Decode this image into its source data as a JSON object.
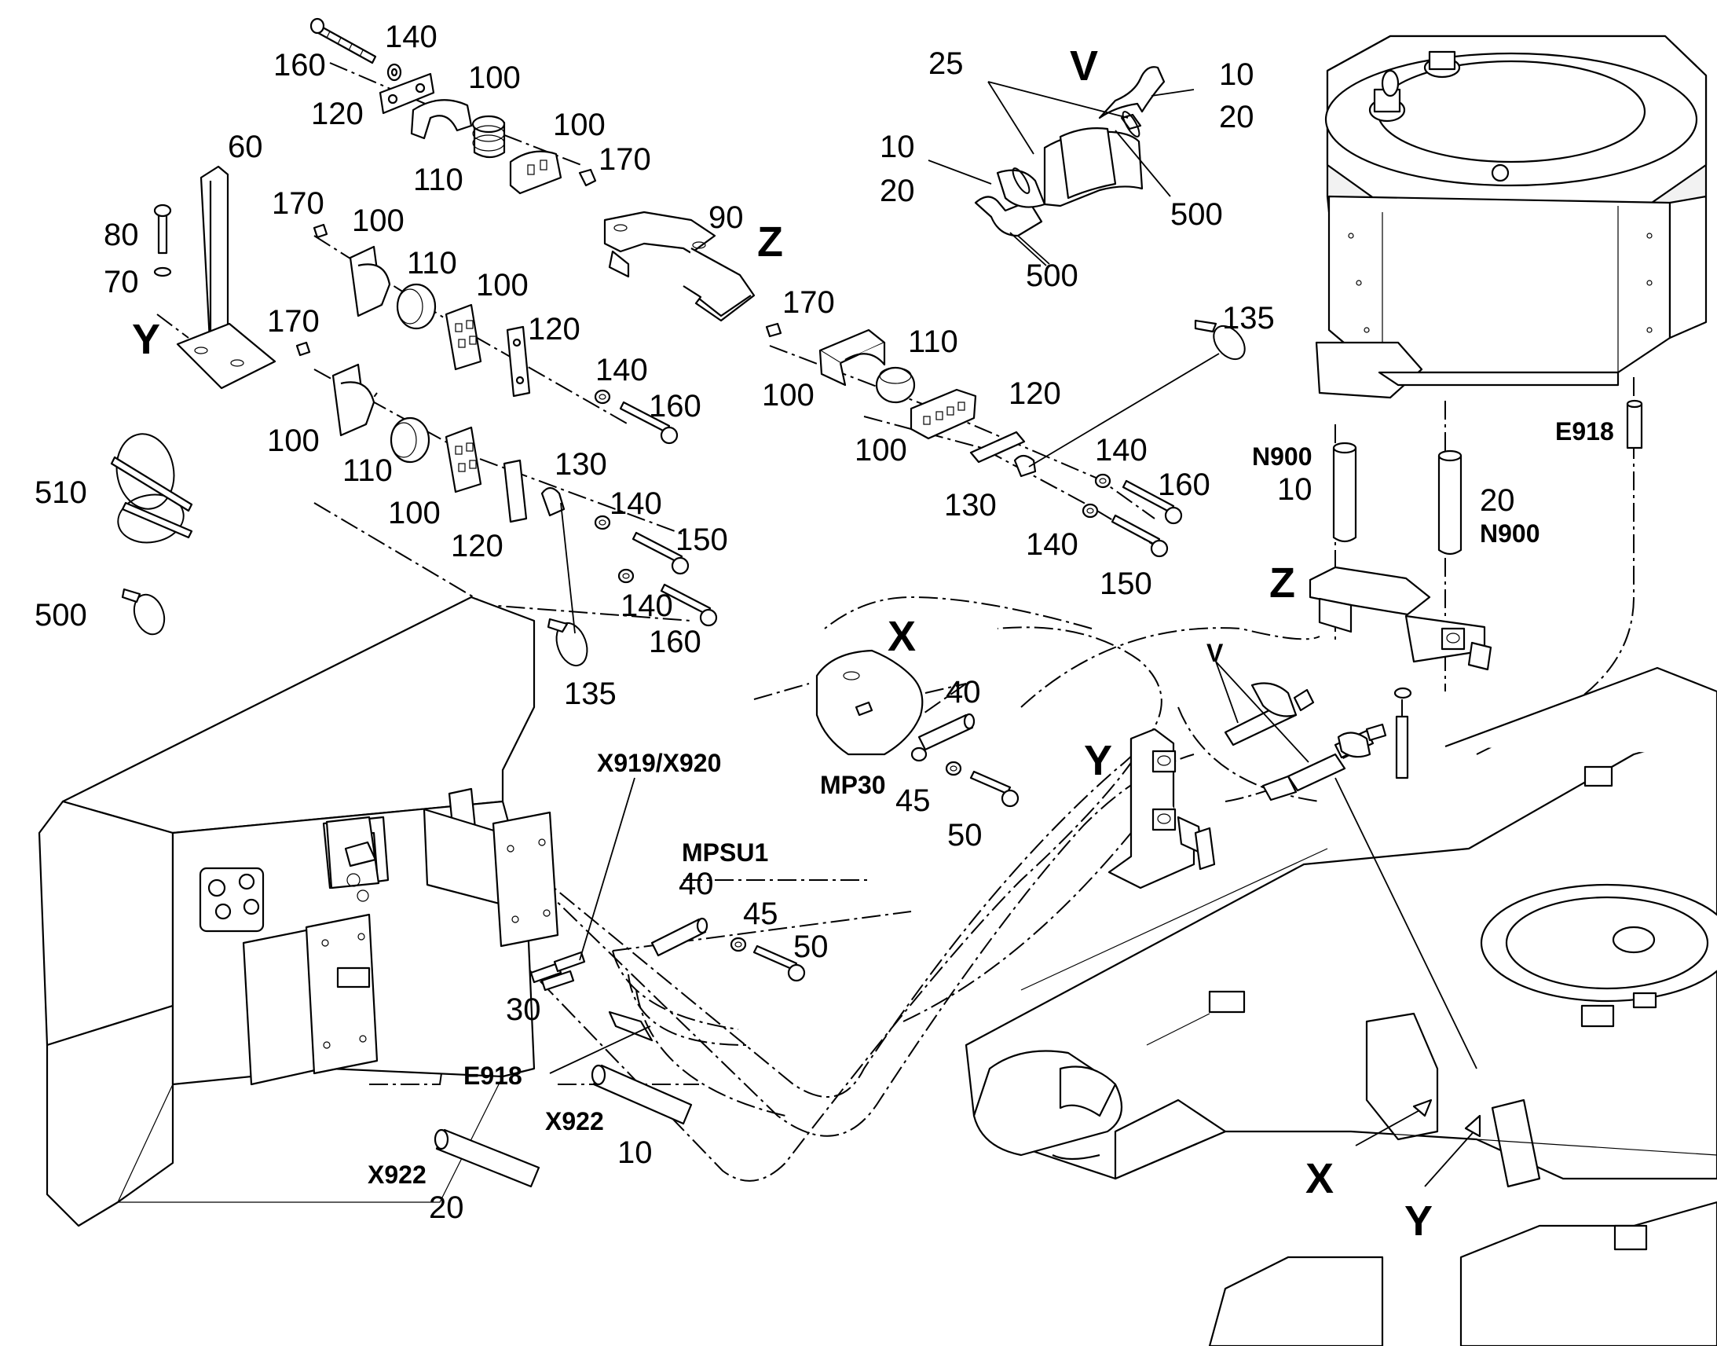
{
  "labels": [
    {
      "id": "l160a",
      "text": "160"
    },
    {
      "id": "l140a",
      "text": "140"
    },
    {
      "id": "l120a",
      "text": "120"
    },
    {
      "id": "l100a",
      "text": "100"
    },
    {
      "id": "l60",
      "text": "60"
    },
    {
      "id": "l100b",
      "text": "100"
    },
    {
      "id": "l110a",
      "text": "110"
    },
    {
      "id": "l170a",
      "text": "170"
    },
    {
      "id": "l80",
      "text": "80"
    },
    {
      "id": "l70",
      "text": "70"
    },
    {
      "id": "l170b",
      "text": "170"
    },
    {
      "id": "l100c",
      "text": "100"
    },
    {
      "id": "l110b",
      "text": "110"
    },
    {
      "id": "l100d",
      "text": "100"
    },
    {
      "id": "l120b",
      "text": "120"
    },
    {
      "id": "l170c",
      "text": "170"
    },
    {
      "id": "l140b",
      "text": "140"
    },
    {
      "id": "l160b",
      "text": "160"
    },
    {
      "id": "l100e",
      "text": "100"
    },
    {
      "id": "l110c",
      "text": "110"
    },
    {
      "id": "l130a",
      "text": "130"
    },
    {
      "id": "l100f",
      "text": "100"
    },
    {
      "id": "l140c",
      "text": "140"
    },
    {
      "id": "l150a",
      "text": "150"
    },
    {
      "id": "l120c",
      "text": "120"
    },
    {
      "id": "l140d",
      "text": "140"
    },
    {
      "id": "l160c",
      "text": "160"
    },
    {
      "id": "l135a",
      "text": "135"
    },
    {
      "id": "l510",
      "text": "510"
    },
    {
      "id": "l500a",
      "text": "500"
    },
    {
      "id": "l25",
      "text": "25"
    },
    {
      "id": "l10a",
      "text": "10"
    },
    {
      "id": "l20a",
      "text": "20"
    },
    {
      "id": "l10b",
      "text": "10"
    },
    {
      "id": "l20b",
      "text": "20"
    },
    {
      "id": "l500b",
      "text": "500"
    },
    {
      "id": "l500c",
      "text": "500"
    },
    {
      "id": "l90",
      "text": "90"
    },
    {
      "id": "l170d",
      "text": "170"
    },
    {
      "id": "l110d",
      "text": "110"
    },
    {
      "id": "l100g",
      "text": "100"
    },
    {
      "id": "l100h",
      "text": "100"
    },
    {
      "id": "l120d",
      "text": "120"
    },
    {
      "id": "l135b",
      "text": "135"
    },
    {
      "id": "l140e",
      "text": "140"
    },
    {
      "id": "l160d",
      "text": "160"
    },
    {
      "id": "l130b",
      "text": "130"
    },
    {
      "id": "l140f",
      "text": "140"
    },
    {
      "id": "l150b",
      "text": "150"
    },
    {
      "id": "l10c",
      "text": "10"
    },
    {
      "id": "l20c",
      "text": "20"
    },
    {
      "id": "l40a",
      "text": "40"
    },
    {
      "id": "l45a",
      "text": "45"
    },
    {
      "id": "l50a",
      "text": "50"
    },
    {
      "id": "l40b",
      "text": "40"
    },
    {
      "id": "l45b",
      "text": "45"
    },
    {
      "id": "l50b",
      "text": "50"
    },
    {
      "id": "l30",
      "text": "30"
    },
    {
      "id": "l10d",
      "text": "10"
    },
    {
      "id": "l20d",
      "text": "20"
    }
  ],
  "codes": [
    {
      "id": "cN900a",
      "text": "N900"
    },
    {
      "id": "cN900b",
      "text": "N900"
    },
    {
      "id": "cE918a",
      "text": "E918"
    },
    {
      "id": "cE918b",
      "text": "E918"
    },
    {
      "id": "cX919",
      "text": "X919/X920"
    },
    {
      "id": "cMPSU1",
      "text": "MPSU1"
    },
    {
      "id": "cMP30",
      "text": "MP30"
    },
    {
      "id": "cX922a",
      "text": "X922"
    },
    {
      "id": "cX922b",
      "text": "X922"
    }
  ],
  "view_letters": [
    {
      "id": "vV1",
      "text": "V"
    },
    {
      "id": "vZ1",
      "text": "Z"
    },
    {
      "id": "vY1",
      "text": "Y"
    },
    {
      "id": "vZ2",
      "text": "Z"
    },
    {
      "id": "vX1",
      "text": "X"
    },
    {
      "id": "vY2",
      "text": "Y"
    },
    {
      "id": "vX2",
      "text": "X"
    },
    {
      "id": "vY3",
      "text": "Y"
    },
    {
      "id": "vV2",
      "text": "V"
    }
  ]
}
